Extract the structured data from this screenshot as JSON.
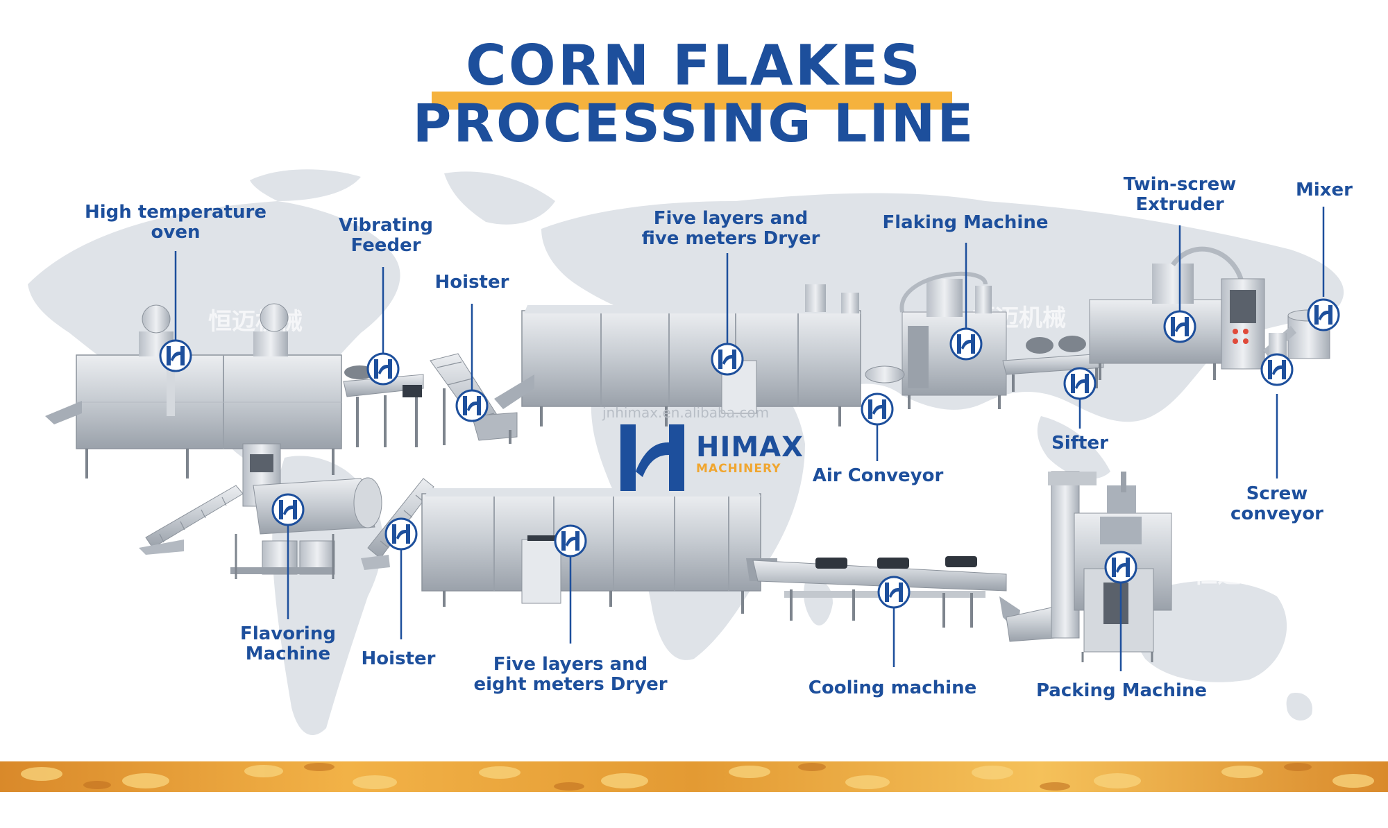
{
  "title": {
    "line1": "CORN FLAKES",
    "line2": "PROCESSING LINE"
  },
  "brand": {
    "name": "HIMAX",
    "subtitle": "MACHINERY",
    "website": "jnhimax.en.alibaba.com",
    "colors": {
      "primary": "#1d4f9c",
      "accent": "#f5b23d"
    }
  },
  "machines": [
    {
      "id": "oven",
      "label": "High temperature\noven"
    },
    {
      "id": "feeder",
      "label": "Vibrating\nFeeder"
    },
    {
      "id": "hoister-top",
      "label": "Hoister"
    },
    {
      "id": "dryer-5m",
      "label": "Five layers and\nfive meters Dryer"
    },
    {
      "id": "flaking",
      "label": "Flaking Machine"
    },
    {
      "id": "extruder",
      "label": "Twin-screw\nExtruder"
    },
    {
      "id": "mixer",
      "label": "Mixer"
    },
    {
      "id": "air-conveyor",
      "label": "Air Conveyor"
    },
    {
      "id": "sifter",
      "label": "Sifter"
    },
    {
      "id": "screw-conveyor",
      "label": "Screw\nconveyor"
    },
    {
      "id": "flavoring",
      "label": "Flavoring\nMachine"
    },
    {
      "id": "hoister-bottom",
      "label": "Hoister"
    },
    {
      "id": "dryer-8m",
      "label": "Five layers and\neight meters Dryer"
    },
    {
      "id": "cooling",
      "label": "Cooling machine"
    },
    {
      "id": "packing",
      "label": "Packing Machine"
    }
  ]
}
